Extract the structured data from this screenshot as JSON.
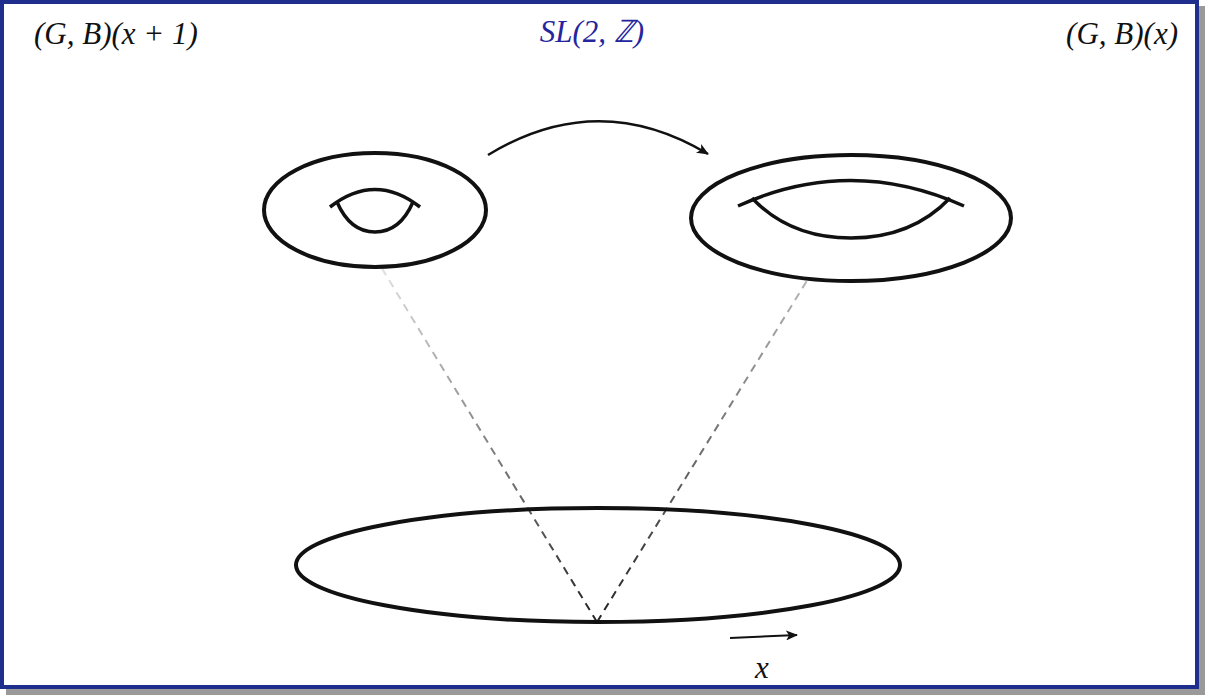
{
  "diagram": {
    "labels": [
      "(G, B)(x + 1)",
      "SL(2, ℤ)",
      "(G, B)(x)",
      "x"
    ]
  }
}
